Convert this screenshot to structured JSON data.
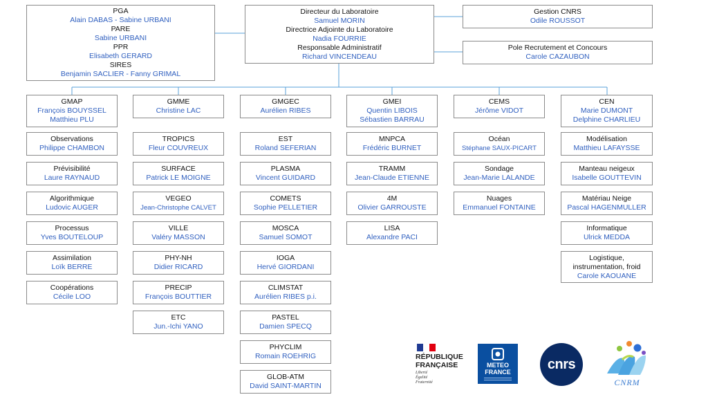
{
  "colors": {
    "person": "#2f5fbf",
    "title": "#111111",
    "border": "#8a8a8a",
    "connector": "#5aa0d8"
  },
  "direction": {
    "left_box": [
      {
        "title": "PGA",
        "person": "Alain DABAS - Sabine URBANI"
      },
      {
        "title": "PARE",
        "person": "Sabine URBANI"
      },
      {
        "title": "PPR",
        "person": "Elisabeth GERARD"
      },
      {
        "title": "SIRES",
        "person": "Benjamin SACLIER - Fanny GRIMAL"
      }
    ],
    "center_box": [
      {
        "title": "Directeur du Laboratoire",
        "person": "Samuel MORIN"
      },
      {
        "title": "Directrice Adjointe du Laboratoire",
        "person": "Nadia FOURRIE"
      },
      {
        "title": "Responsable Administratif",
        "person": "Richard VINCENDEAU"
      }
    ],
    "right_boxes": [
      {
        "title": "Gestion CNRS",
        "person": "Odile ROUSSOT"
      },
      {
        "title": "Pole Recrutement et Concours",
        "person": "Carole CAZAUBON"
      }
    ]
  },
  "columns": [
    {
      "head": {
        "title": "GMAP",
        "people": [
          "François BOUYSSEL",
          "Matthieu PLU"
        ]
      },
      "teams": [
        {
          "title": "Observations",
          "person": "Philippe CHAMBON"
        },
        {
          "title": "Prévisibilité",
          "person": "Laure RAYNAUD"
        },
        {
          "title": "Algorithmique",
          "person": "Ludovic AUGER"
        },
        {
          "title": "Processus",
          "person": "Yves BOUTELOUP"
        },
        {
          "title": "Assimilation",
          "person": "Loïk BERRE"
        },
        {
          "title": "Coopérations",
          "person": "Cécile LOO"
        }
      ]
    },
    {
      "head": {
        "title": "GMME",
        "people": [
          "Christine LAC"
        ]
      },
      "teams": [
        {
          "title": "TROPICS",
          "person": "Fleur COUVREUX"
        },
        {
          "title": "SURFACE",
          "person": "Patrick LE MOIGNE"
        },
        {
          "title": "VEGEO",
          "person": "Jean-Christophe CALVET"
        },
        {
          "title": "VILLE",
          "person": "Valéry MASSON"
        },
        {
          "title": "PHY-NH",
          "person": "Didier RICARD"
        },
        {
          "title": "PRECIP",
          "person": "François BOUTTIER"
        },
        {
          "title": "ETC",
          "person": "Jun.-Ichi YANO"
        }
      ]
    },
    {
      "head": {
        "title": "GMGEC",
        "people": [
          "Aurélien RIBES"
        ]
      },
      "teams": [
        {
          "title": "EST",
          "person": "Roland SEFERIAN"
        },
        {
          "title": "PLASMA",
          "person": "Vincent GUIDARD"
        },
        {
          "title": "COMETS",
          "person": "Sophie PELLETIER"
        },
        {
          "title": "MOSCA",
          "person": "Samuel SOMOT"
        },
        {
          "title": "IOGA",
          "person": "Hervé GIORDANI"
        },
        {
          "title": "CLIMSTAT",
          "person": "Aurélien RIBES p.i."
        },
        {
          "title": "PASTEL",
          "person": "Damien SPECQ"
        },
        {
          "title": "PHYCLIM",
          "person": "Romain ROEHRIG"
        },
        {
          "title": "GLOB-ATM",
          "person": "David SAINT-MARTIN"
        }
      ]
    },
    {
      "head": {
        "title": "GMEI",
        "people": [
          "Quentin LIBOIS",
          "Sébastien BARRAU"
        ]
      },
      "teams": [
        {
          "title": "MNPCA",
          "person": "Frédéric BURNET"
        },
        {
          "title": "TRAMM",
          "person": "Jean-Claude ETIENNE"
        },
        {
          "title": "4M",
          "person": "Olivier GARROUSTE"
        },
        {
          "title": "LISA",
          "person": "Alexandre PACI"
        }
      ]
    },
    {
      "head": {
        "title": "CEMS",
        "people": [
          "Jérôme VIDOT"
        ]
      },
      "teams": [
        {
          "title": "Océan",
          "person": "Stéphane SAUX-PICART"
        },
        {
          "title": "Sondage",
          "person": "Jean-Marie LALANDE"
        },
        {
          "title": "Nuages",
          "person": "Emmanuel FONTAINE"
        }
      ]
    },
    {
      "head": {
        "title": "CEN",
        "people": [
          "Marie DUMONT",
          "Delphine CHARLIEU"
        ]
      },
      "teams": [
        {
          "title": "Modélisation",
          "person": "Matthieu LAFAYSSE"
        },
        {
          "title": "Manteau neigeux",
          "person": "Isabelle GOUTTEVIN"
        },
        {
          "title": "Matériau Neige",
          "person": "Pascal HAGENMULLER"
        },
        {
          "title": "Informatique",
          "person": "Ulrick MEDDA"
        },
        {
          "title": "Logistique, instrumentation, froid",
          "person": "Carole KAOUANE"
        }
      ]
    }
  ],
  "logos": {
    "rf": {
      "line1": "RÉPUBLIQUE",
      "line2": "FRANÇAISE",
      "motto1": "Liberté",
      "motto2": "Égalité",
      "motto3": "Fraternité"
    },
    "meteo": {
      "line1": "METEO",
      "line2": "FRANCE"
    },
    "cnrs": {
      "text": "cnrs"
    },
    "cnrm": {
      "text": "CNRM"
    }
  }
}
